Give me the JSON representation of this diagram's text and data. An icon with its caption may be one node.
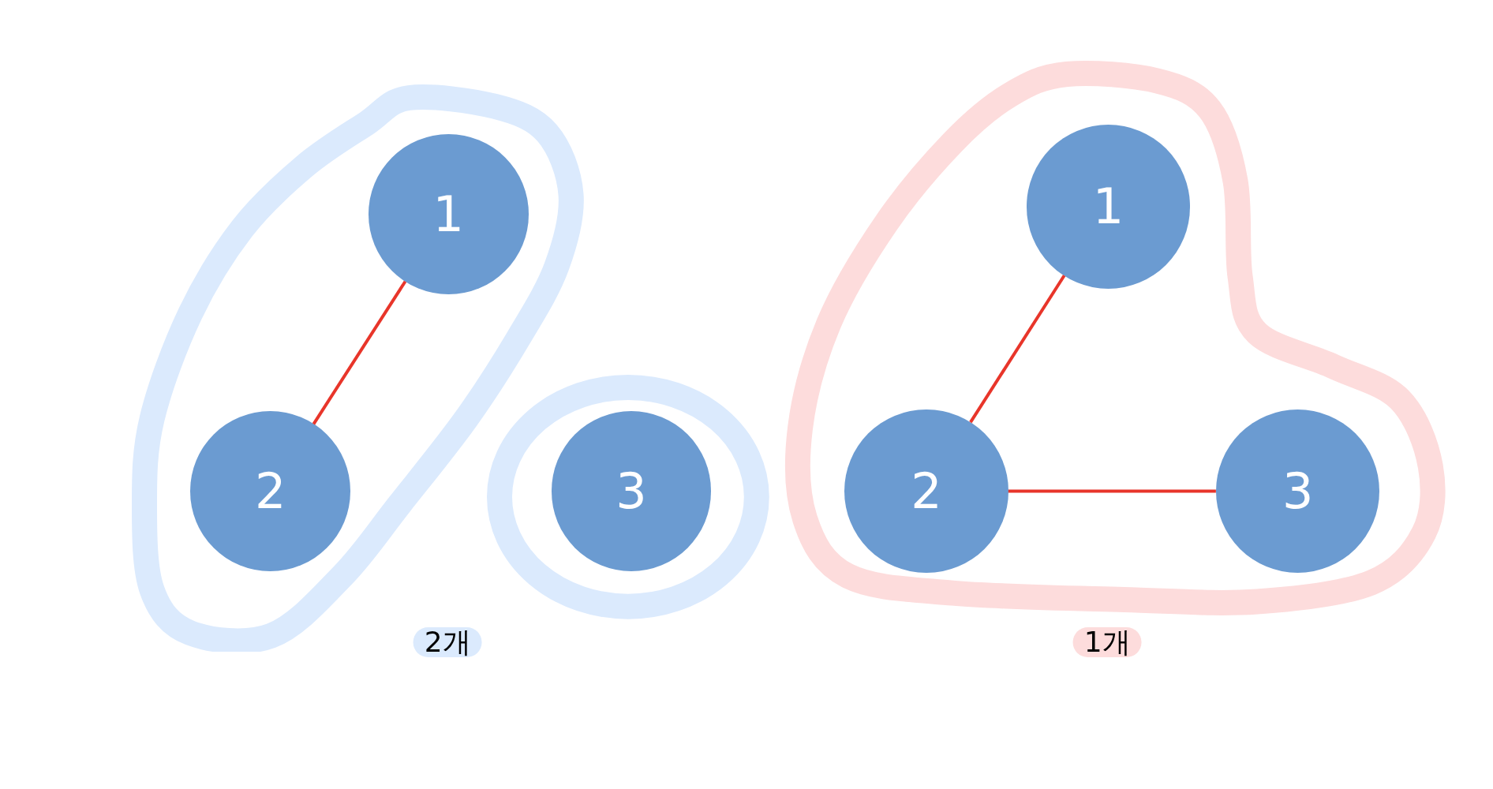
{
  "diagram": {
    "nodes": [
      {
        "text": [],
        "shape": "outline"
      },
      {
        "text": [
          "1"
        ],
        "in": 0
      },
      {
        "text": [
          "2"
        ],
        "in": 0
      },
      {
        "text": [],
        "shape": "ellipse"
      },
      {
        "text": [
          "3"
        ],
        "in": 3
      },
      {
        "text": [],
        "shape": "outline"
      },
      {
        "text": [
          "1"
        ],
        "in": 5
      },
      {
        "text": [
          "2"
        ],
        "in": 5
      },
      {
        "text": [
          "3"
        ],
        "in": 5
      }
    ],
    "edges": [
      {
        "from": 1,
        "to": 2,
        "arrow": "none"
      },
      {
        "from": 6,
        "to": 7,
        "arrow": "none"
      },
      {
        "from": 7,
        "to": 8,
        "arrow": "none"
      }
    ],
    "labels": [
      "2개",
      "1개"
    ]
  }
}
